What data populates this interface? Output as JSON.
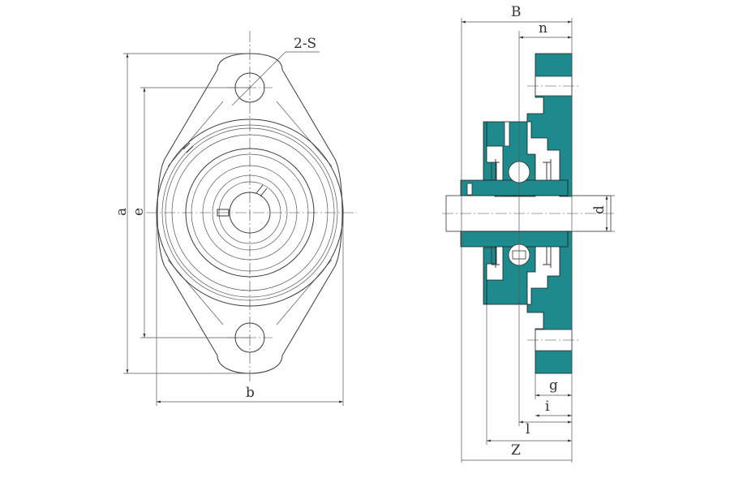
{
  "labels": {
    "hole_spec": "2-S",
    "a": "a",
    "e": "e",
    "b": "b",
    "B": "B",
    "n": "n",
    "d": "d",
    "g": "g",
    "i": "i",
    "l": "l",
    "Z": "Z"
  },
  "colors": {
    "housing_section": "#1f8a8e",
    "line": "#3a3a3a"
  }
}
